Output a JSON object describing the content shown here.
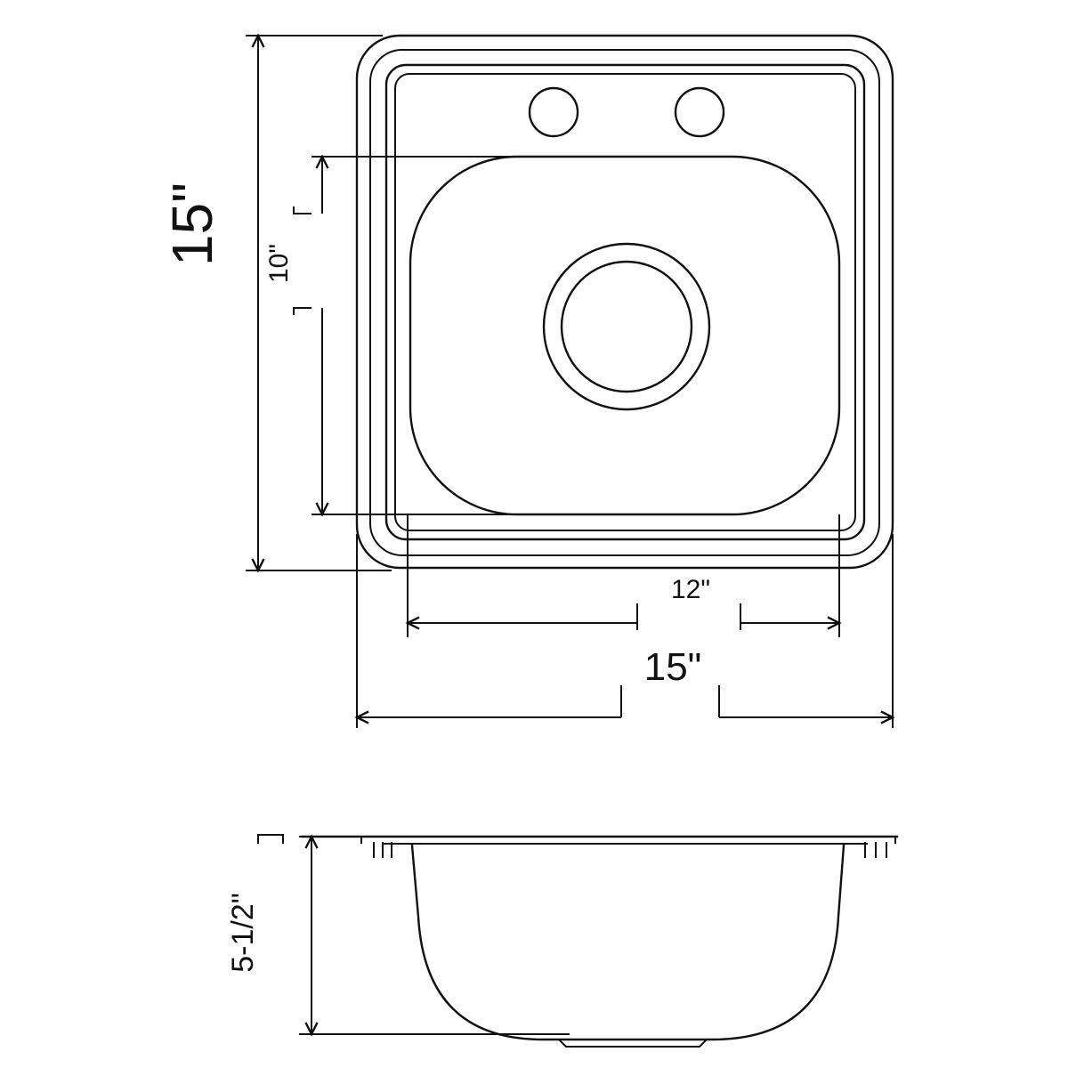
{
  "top_view": {
    "overall_height_label": "15\"",
    "bowl_height_label": "10\"",
    "bowl_width_label": "12\"",
    "overall_width_label": "15\""
  },
  "side_view": {
    "depth_label": "5-1/2\""
  }
}
